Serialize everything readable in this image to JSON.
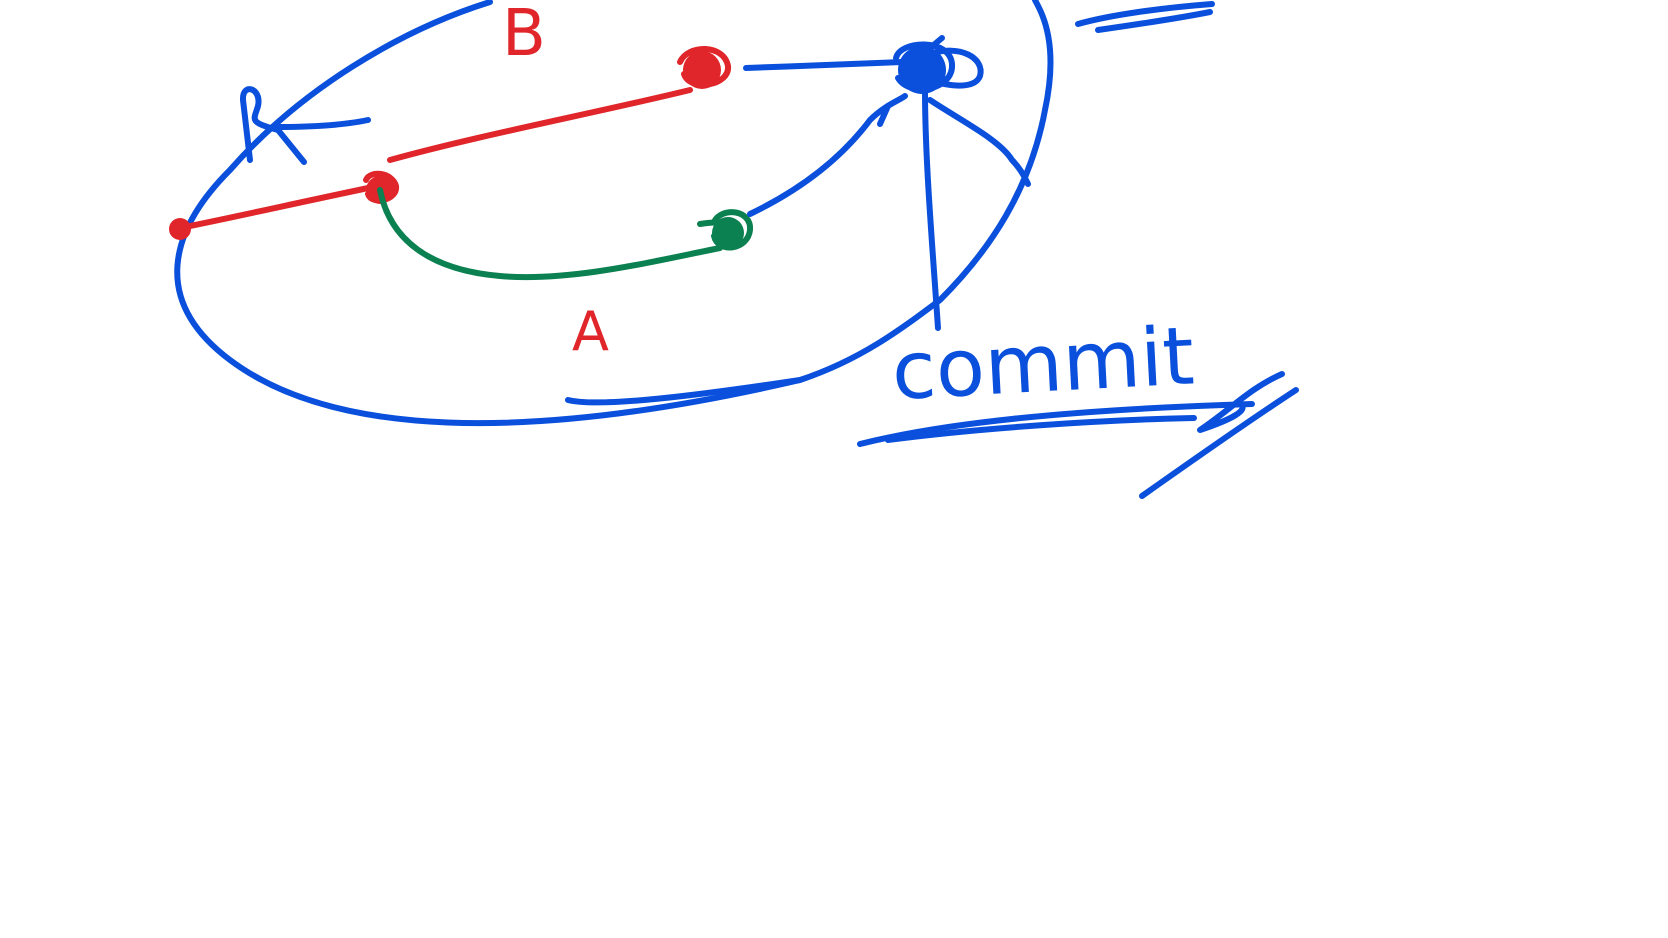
{
  "labels": {
    "b": "B",
    "a": "A",
    "commit": "commit"
  },
  "colors": {
    "blue": "#0a50dc",
    "red": "#e0262a",
    "green": "#0b8050",
    "background": "#ffffff"
  }
}
